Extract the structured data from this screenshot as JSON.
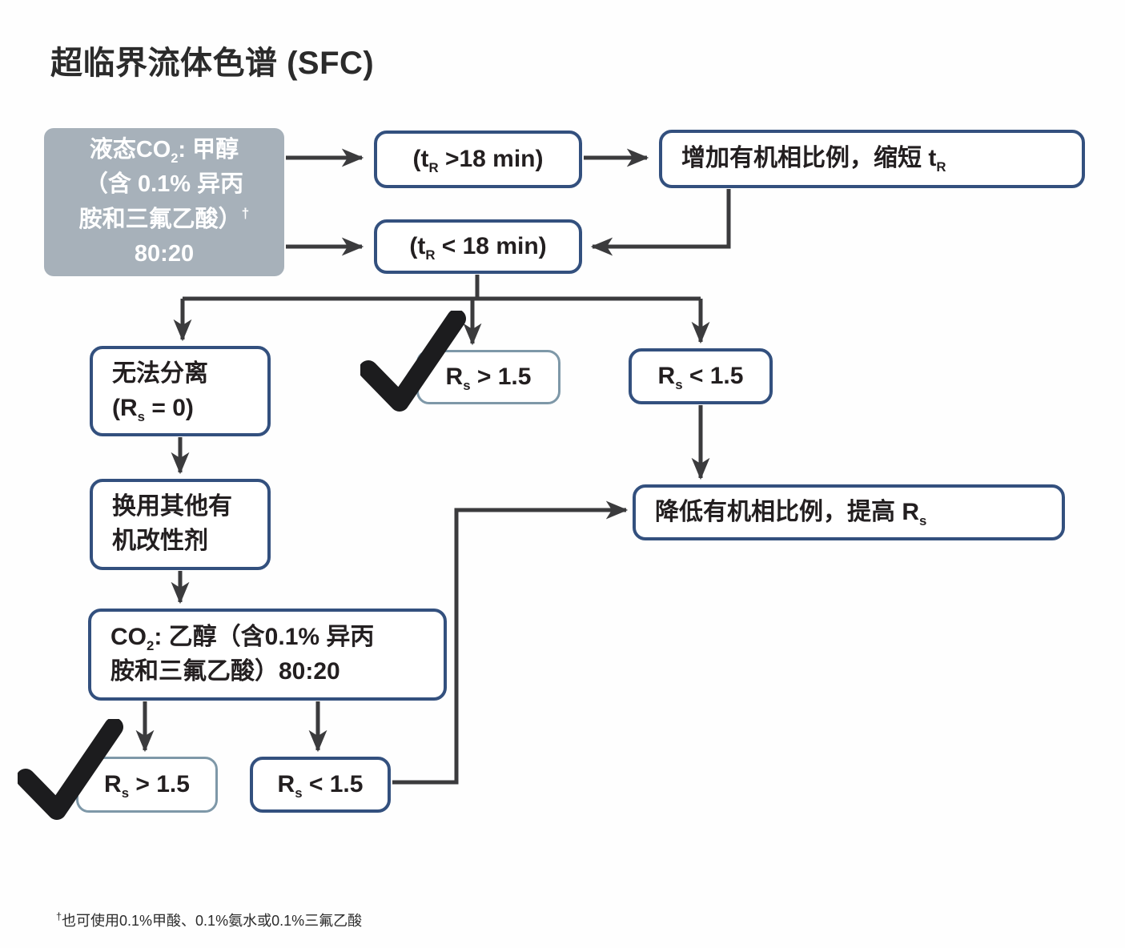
{
  "title": "超临界流体色谱 (SFC)",
  "colors": {
    "navy": "#33507e",
    "light": "#7e98a8",
    "gray": "#a7b1ba",
    "arrow": "#3b3b3d",
    "check": "#1c1c1e",
    "text": "#231f20"
  },
  "nodes": {
    "start": {
      "l1_pre": "液态CO",
      "l1_sub": "2",
      "l1_post": ": 甲醇",
      "l2": "（含 0.1% 异丙",
      "l3_pre": "胺和三氟乙酸）",
      "l3_sup": "†",
      "l4": "80:20"
    },
    "tr_gt18": {
      "pre": "(t",
      "sub": "R",
      "post": " >18 min)"
    },
    "increase": {
      "pre": "增加有机相比例，缩短 t",
      "sub": "R"
    },
    "tr_lt18": {
      "pre": "(t",
      "sub": "R",
      "post": " < 18 min)"
    },
    "no_sep": {
      "l1": "无法分离",
      "l2_pre": "(R",
      "l2_sub": "s",
      "l2_post": " = 0)"
    },
    "rs_gt15_mid": {
      "pre": "R",
      "sub": "s",
      "post": " > 1.5"
    },
    "rs_lt15_mid": {
      "pre": "R",
      "sub": "s",
      "post": " < 1.5"
    },
    "change_mod": {
      "l1": "换用其他有",
      "l2": "机改性剂"
    },
    "co2_eth": {
      "l1_pre": "CO",
      "l1_sub": "2",
      "l1_post": ": 乙醇（含0.1% 异丙",
      "l2": "胺和三氟乙酸）80:20"
    },
    "rs_gt15_bot": {
      "pre": "R",
      "sub": "s",
      "post": " > 1.5"
    },
    "rs_lt15_bot": {
      "pre": "R",
      "sub": "s",
      "post": " < 1.5"
    },
    "reduce": {
      "pre": "降低有机相比例，提高 R",
      "sub": "s"
    }
  },
  "footnote": {
    "sup": "†",
    "text": "也可使用0.1%甲酸、0.1%氨水或0.1%三氟乙酸"
  }
}
